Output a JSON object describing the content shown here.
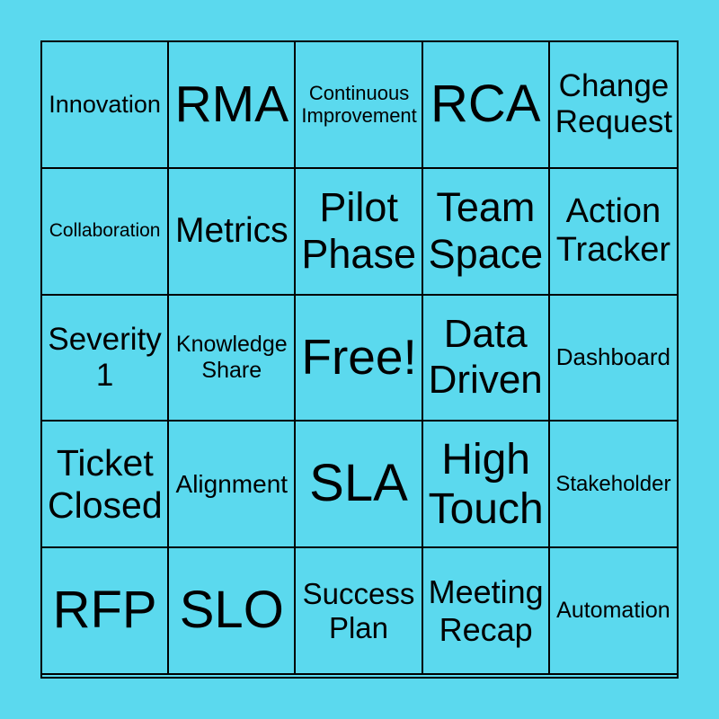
{
  "page": {
    "background_color": "#5bd9ee",
    "grid_line_color": "#000000",
    "text_color": "#000000"
  },
  "card": {
    "rows": [
      [
        "Innovation",
        "RMA",
        "Continuous Improvement",
        "RCA",
        "Change Request"
      ],
      [
        "Collaboration",
        "Metrics",
        "Pilot Phase",
        "Team Space",
        "Action Tracker"
      ],
      [
        "Severity 1",
        "Knowledge Share",
        "Free!",
        "Data Driven",
        "Dashboard"
      ],
      [
        "Ticket Closed",
        "Alignment",
        "SLA",
        "High Touch",
        "Stakeholder"
      ],
      [
        "RFP",
        "SLO",
        "Success Plan",
        "Meeting Recap",
        "Automation"
      ]
    ]
  }
}
